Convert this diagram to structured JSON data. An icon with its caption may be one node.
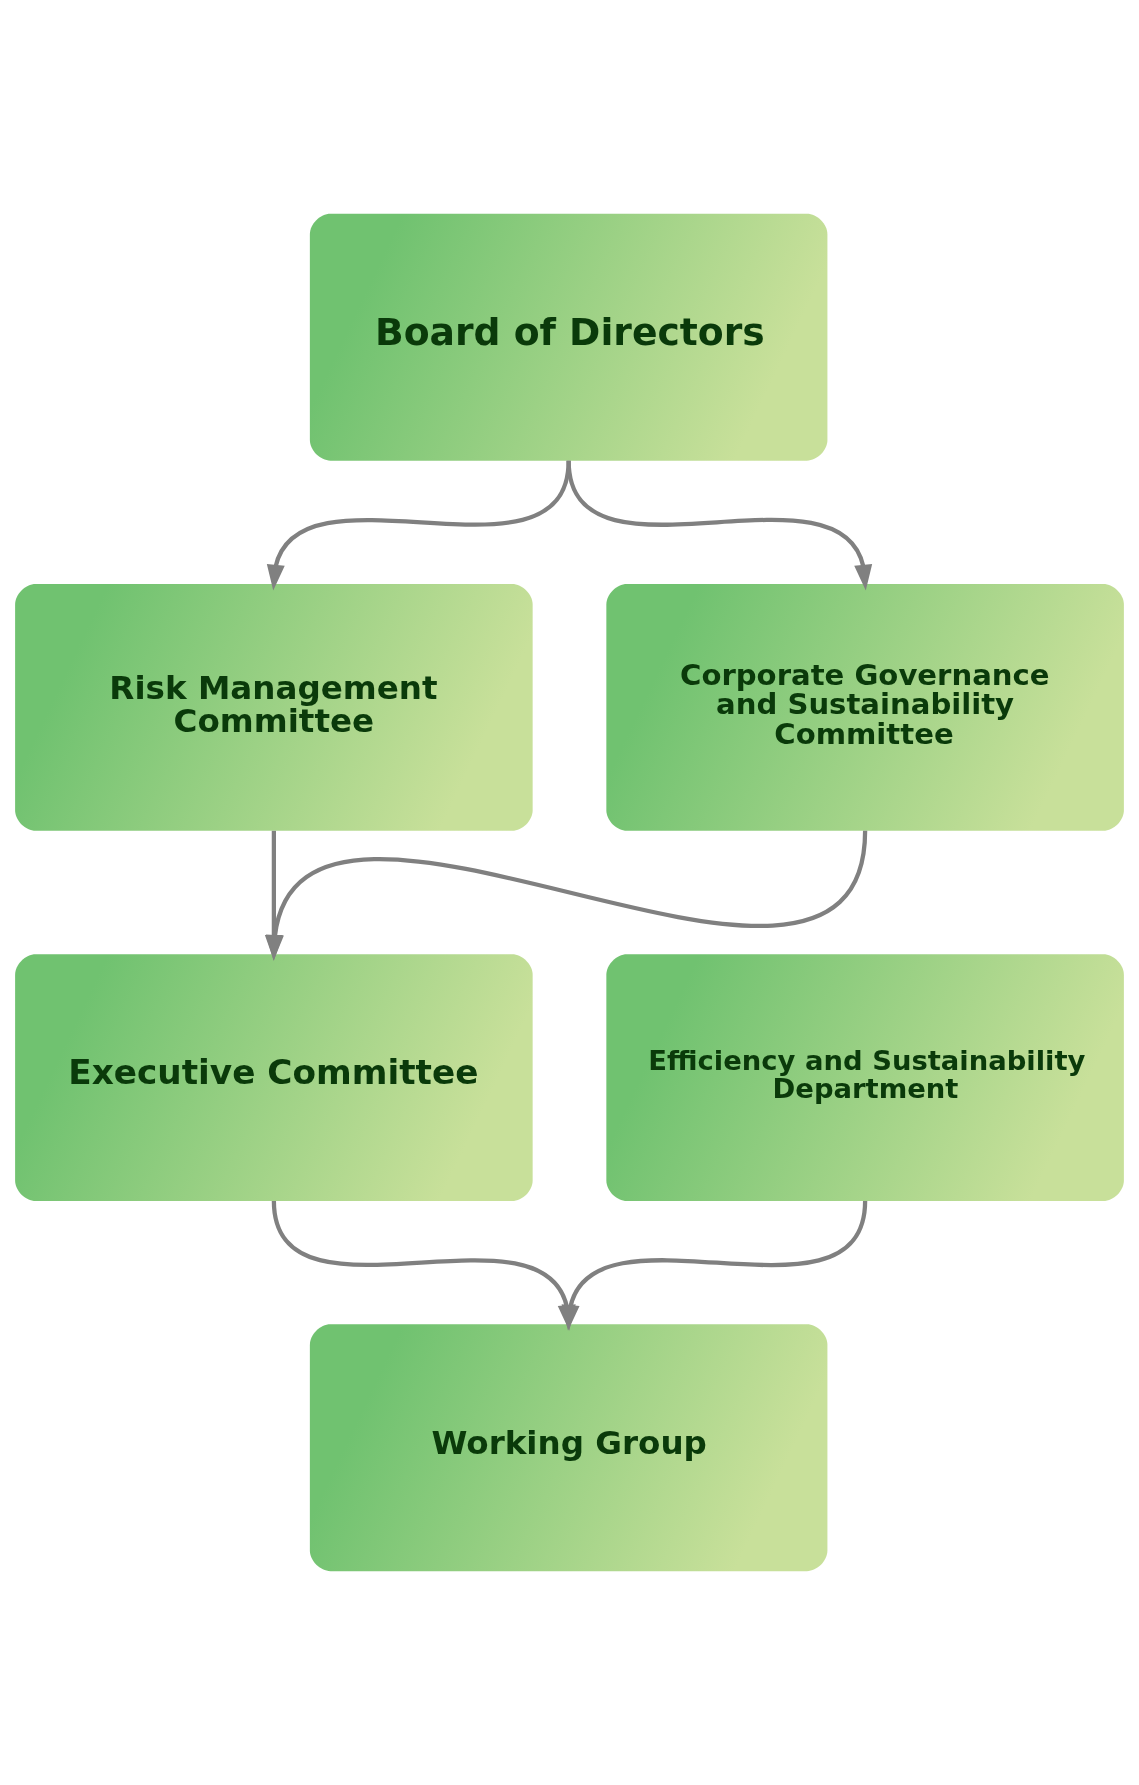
{
  "diagram": {
    "nodes": [
      {
        "text": [
          "Board of Directors"
        ]
      },
      {
        "text": [
          "Risk Management Committee"
        ]
      },
      {
        "text": [
          "Corporate Governance and Sustainability Committee"
        ]
      },
      {
        "text": [
          "Executive Committee"
        ]
      },
      {
        "text": [
          "Efficiency and Sustainability Department"
        ]
      },
      {
        "text": [
          "Working Group"
        ]
      }
    ],
    "edges": [
      {
        "from": 0,
        "to": 1,
        "arrow": "to"
      },
      {
        "from": 0,
        "to": 2,
        "arrow": "to"
      },
      {
        "from": 1,
        "to": 3,
        "arrow": "to"
      },
      {
        "from": 2,
        "to": 3,
        "arrow": "to"
      },
      {
        "from": 3,
        "to": 5,
        "arrow": "to"
      },
      {
        "from": 4,
        "to": 5,
        "arrow": "to"
      }
    ]
  }
}
